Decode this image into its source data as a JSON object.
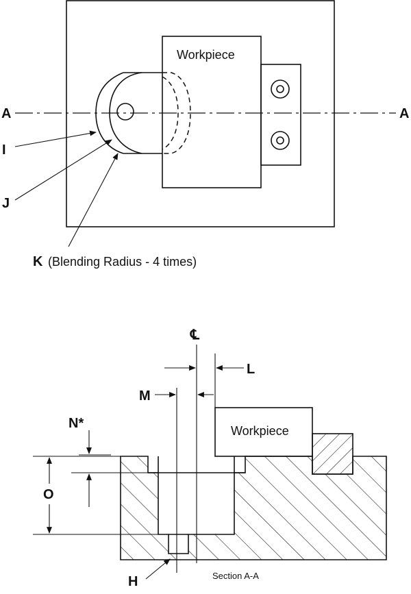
{
  "top_view": {
    "workpiece_label": "Workpiece",
    "section_left": "A",
    "section_right": "A",
    "label_i": "I",
    "label_j": "J",
    "label_k": "K",
    "k_note": "(Blending Radius - 4 times)"
  },
  "section_view": {
    "centerline": "℄",
    "label_l": "L",
    "label_m": "M",
    "label_n": "N*",
    "label_o": "O",
    "label_h": "H",
    "workpiece_label": "Workpiece",
    "caption": "Section A-A"
  }
}
